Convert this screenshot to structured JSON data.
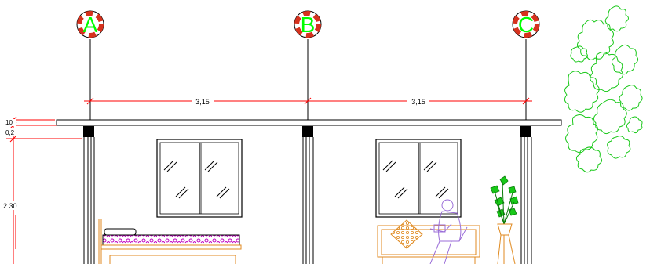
{
  "grid_axes": [
    "A",
    "B",
    "C"
  ],
  "dimensions": {
    "span_ab": "3,15",
    "span_bc": "3,15",
    "slab_thickness": "10",
    "beam_depth": "0,2",
    "wall_height": "2.30"
  },
  "colors": {
    "background": "#ffffff",
    "line": "#000000",
    "dimension": "#ff0000",
    "grid_label": "#00ff00",
    "bubble_fill": "#d6321e",
    "pattern": "#c000c0",
    "furniture": "#e08a20",
    "person": "#9b6ed8",
    "foliage": "#18c818"
  }
}
